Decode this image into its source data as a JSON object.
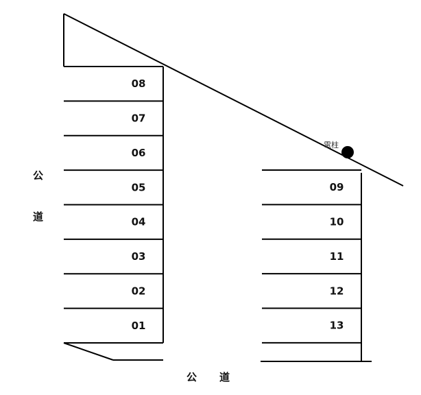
{
  "left_spaces": [
    "08",
    "07",
    "06",
    "05",
    "04",
    "03",
    "02",
    "01"
  ],
  "right_spaces": [
    "09",
    "10",
    "11",
    "12",
    "13"
  ],
  "road_left": {
    "char1": "公",
    "char2": "道"
  },
  "road_bottom": {
    "char1": "公",
    "char2": "道"
  },
  "utility_pole": {
    "label": "電柱"
  },
  "colors": {
    "line": "#000000",
    "text": "#111111"
  }
}
